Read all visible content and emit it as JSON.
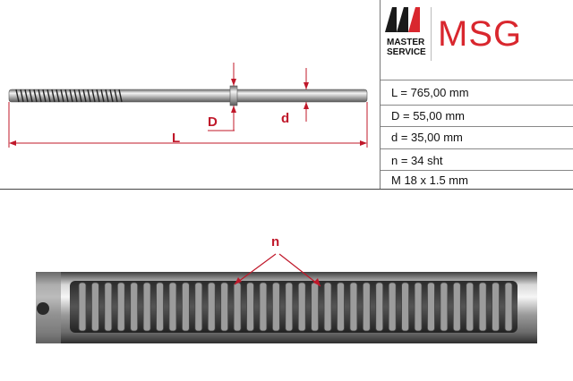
{
  "logo": {
    "line1": "MASTER",
    "line2": "SERVICE",
    "brand": "MSG",
    "brand_color": "#d9272e",
    "mark_icon": "msg-m-mark"
  },
  "specs": [
    {
      "text": "L = 765,00 mm"
    },
    {
      "text": "D = 55,00 mm"
    },
    {
      "text": "d = 35,00 mm"
    },
    {
      "text": "n = 34 sht"
    },
    {
      "text": "M 18 x 1.5 mm"
    }
  ],
  "diagram": {
    "label_L": "L",
    "label_D": "D",
    "label_d": "d",
    "dim_color": "#c0182a"
  },
  "detail": {
    "label_n": "n",
    "teeth_count": 34
  }
}
